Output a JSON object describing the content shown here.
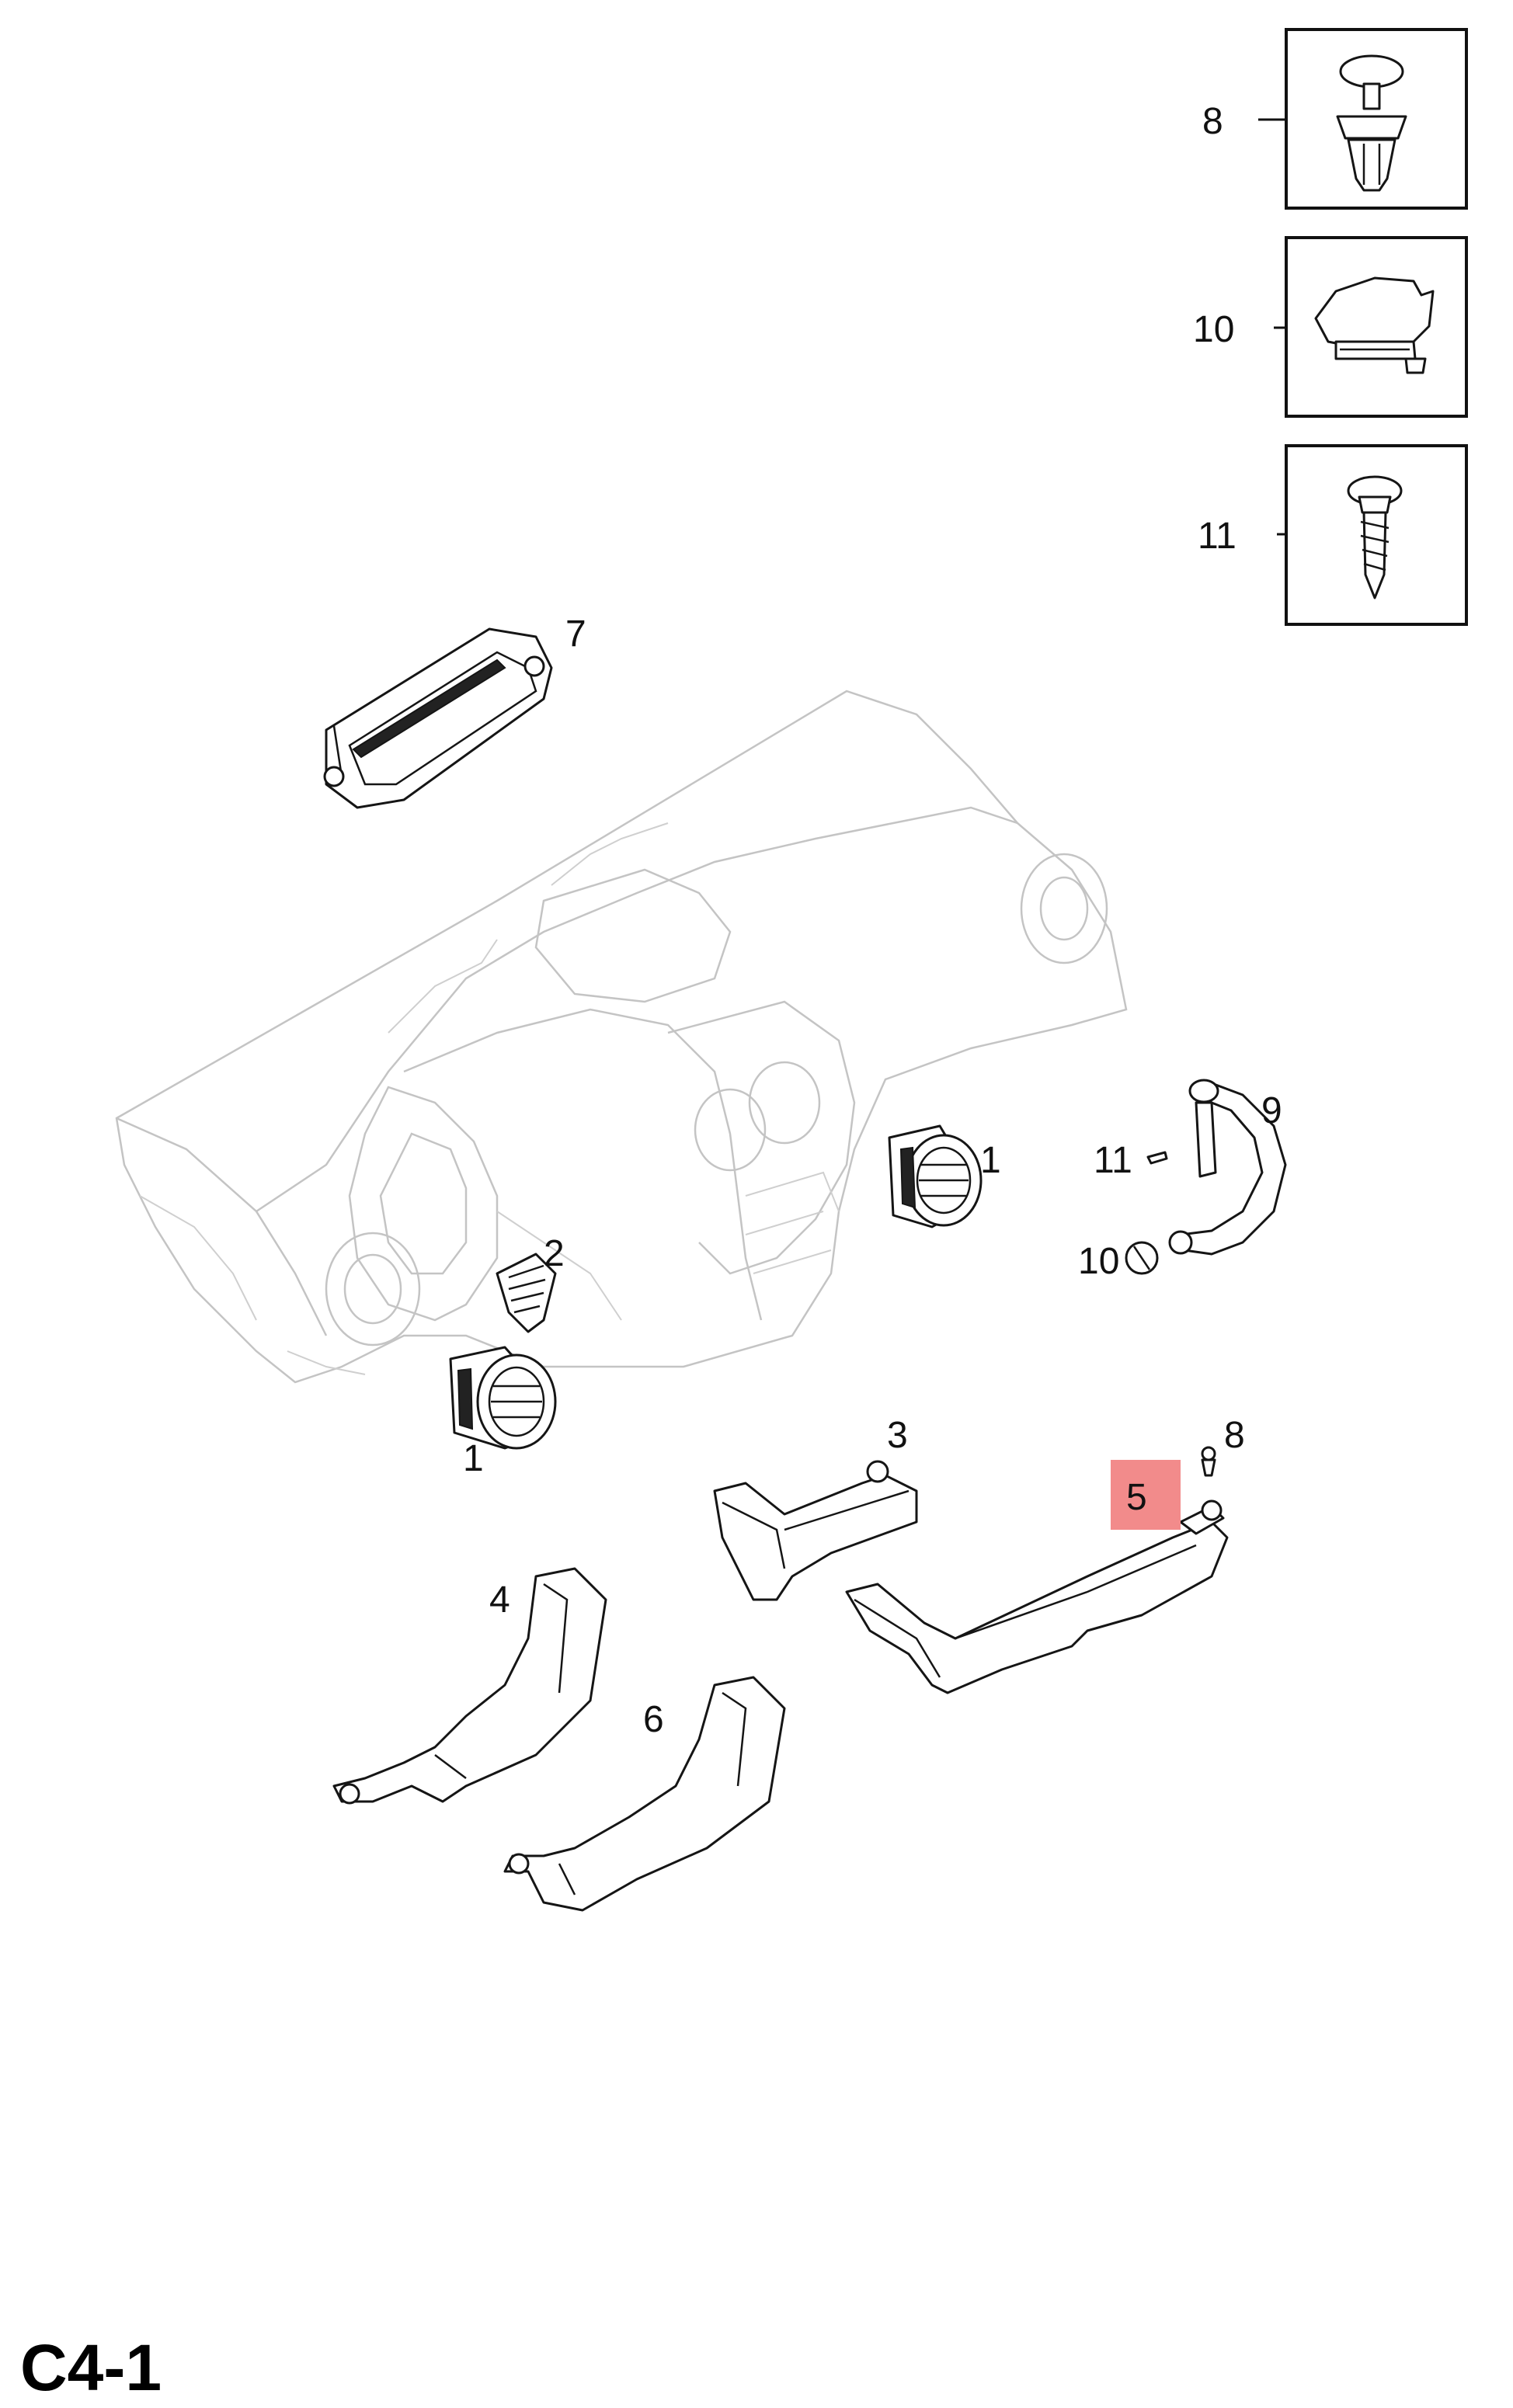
{
  "page": {
    "code": "C4-1"
  },
  "callouts": {
    "c1a": "1",
    "c1b": "1",
    "c2": "2",
    "c3": "3",
    "c4": "4",
    "c5": "5",
    "c6": "6",
    "c7": "7",
    "c8_box": "8",
    "c10_box": "10",
    "c11_box": "11",
    "c9": "9",
    "c11_small": "11",
    "c10_small": "10",
    "c8_small": "8"
  },
  "colors": {
    "highlight": "#f28b8b",
    "line": "#151515",
    "ghost": "#c4c4c4"
  }
}
